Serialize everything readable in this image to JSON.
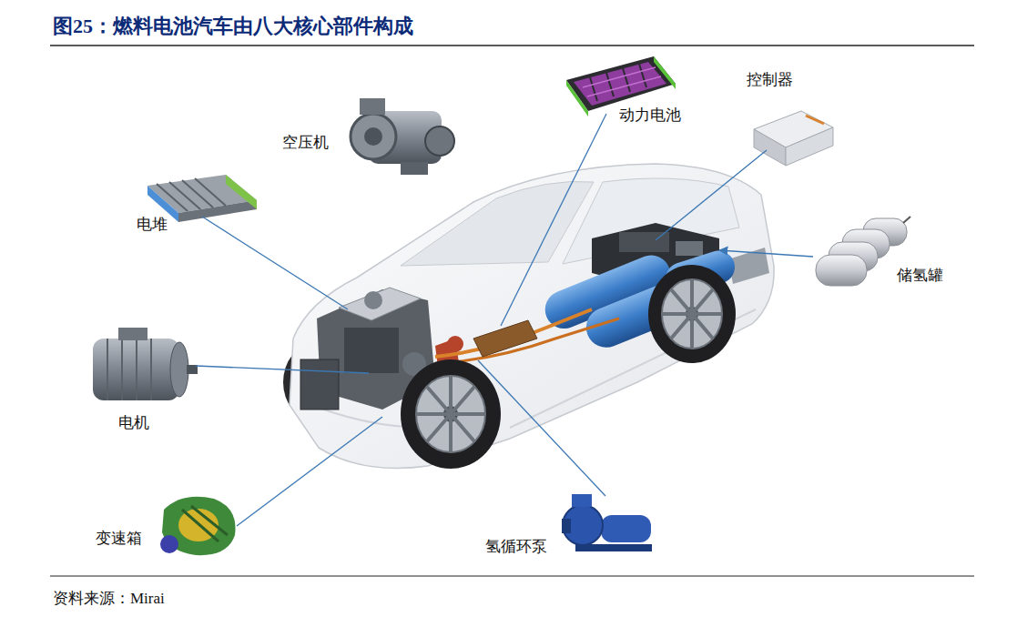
{
  "diagram": {
    "title": "图25：燃料电池汽车由八大核心部件构成",
    "caption": "资料来源：Mirai",
    "labels": [
      "控制器",
      "动力电池",
      "空压机",
      "电堆",
      "储氢罐",
      "电机",
      "变速箱",
      "氢循环泵"
    ]
  }
}
